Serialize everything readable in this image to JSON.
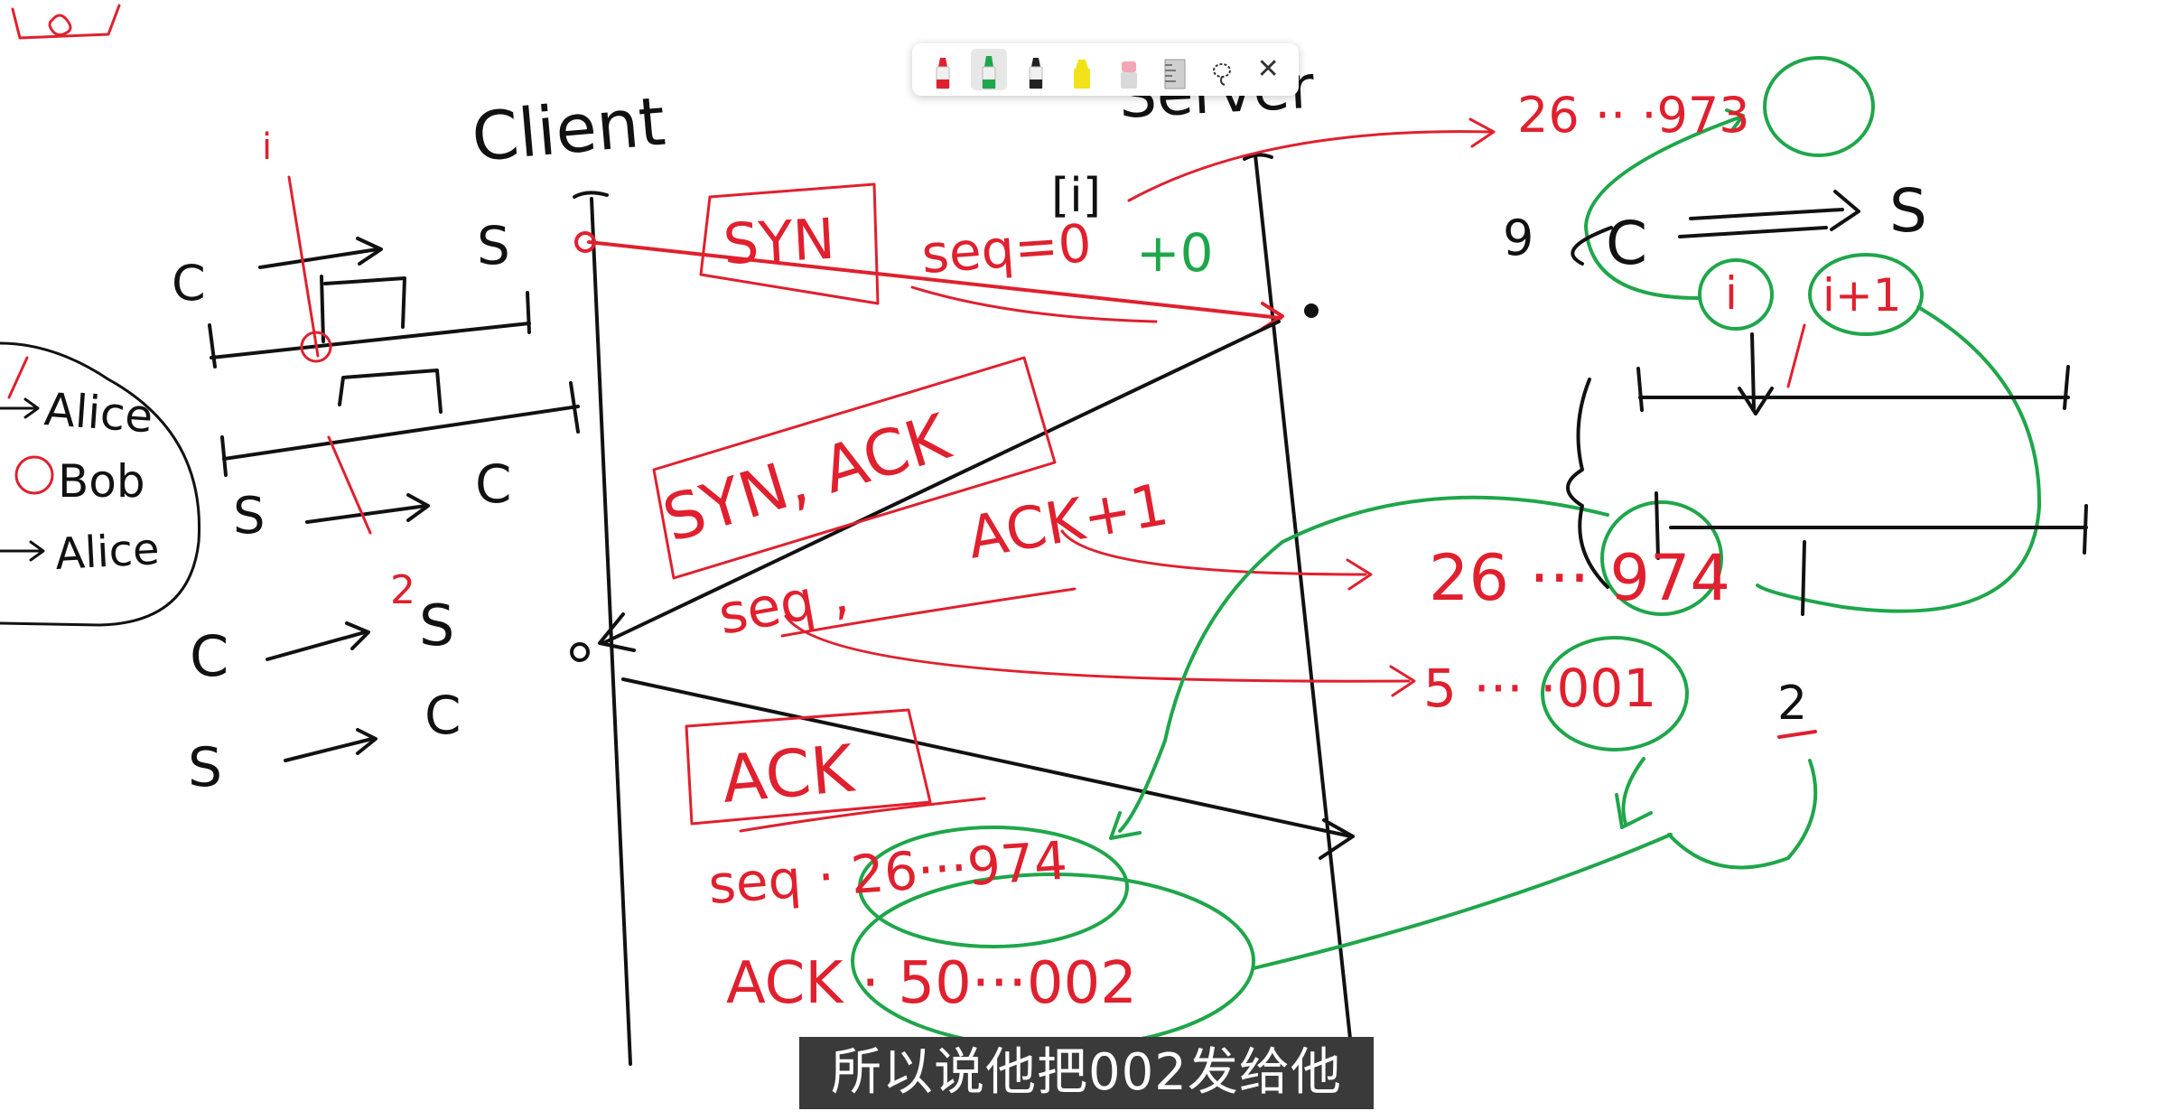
{
  "whiteboard": {
    "colors": {
      "black": "#111111",
      "red": "#e0202e",
      "green": "#1fa64a"
    },
    "timeline": {
      "client_label": "Client",
      "server_label": "Server",
      "server_index": "[i]"
    },
    "handshake": {
      "syn_box": "SYN",
      "syn_seq": "seq=0",
      "syn_plus": "+0",
      "synack_box": "SYN, ACK",
      "ack_plus": "ACK+1",
      "seq_label": "seq ,",
      "ack_box": "ACK",
      "ack_seq": "seq · 26···974",
      "ack_ack": "ACK · 50···002"
    },
    "right_notes": {
      "num_top": "26 ·· ·973",
      "num_mid": "26 ··· 974",
      "num_low": "5 ··· ·001",
      "s_label": "S",
      "c_label": "C",
      "nine": "9",
      "i_label": "i",
      "i_plus_one": "i+1",
      "two": "2"
    },
    "left_notes": {
      "c1": "C",
      "s1": "S",
      "s2": "S",
      "c2": "C",
      "c3": "C",
      "s3": "S",
      "s4": "S",
      "c4": "C",
      "i_small": "i",
      "two_small": "2",
      "alice1": "Alice",
      "bob": "Bob",
      "alice2": "Alice"
    }
  },
  "toolbar": {
    "tools": [
      {
        "name": "red-marker",
        "color": "#e0202e"
      },
      {
        "name": "green-marker",
        "color": "#1fa64a"
      },
      {
        "name": "black-marker",
        "color": "#222222"
      },
      {
        "name": "yellow-highlighter",
        "color": "#f2e21a"
      },
      {
        "name": "eraser",
        "color": "#f3a6b5"
      },
      {
        "name": "ruler",
        "color": "#cfcfcf"
      }
    ],
    "lasso_icon": "lasso-icon",
    "close_glyph": "✕"
  },
  "subtitle": {
    "text": "所以说他把002发给他"
  },
  "top_watermark": {
    "text": ""
  }
}
